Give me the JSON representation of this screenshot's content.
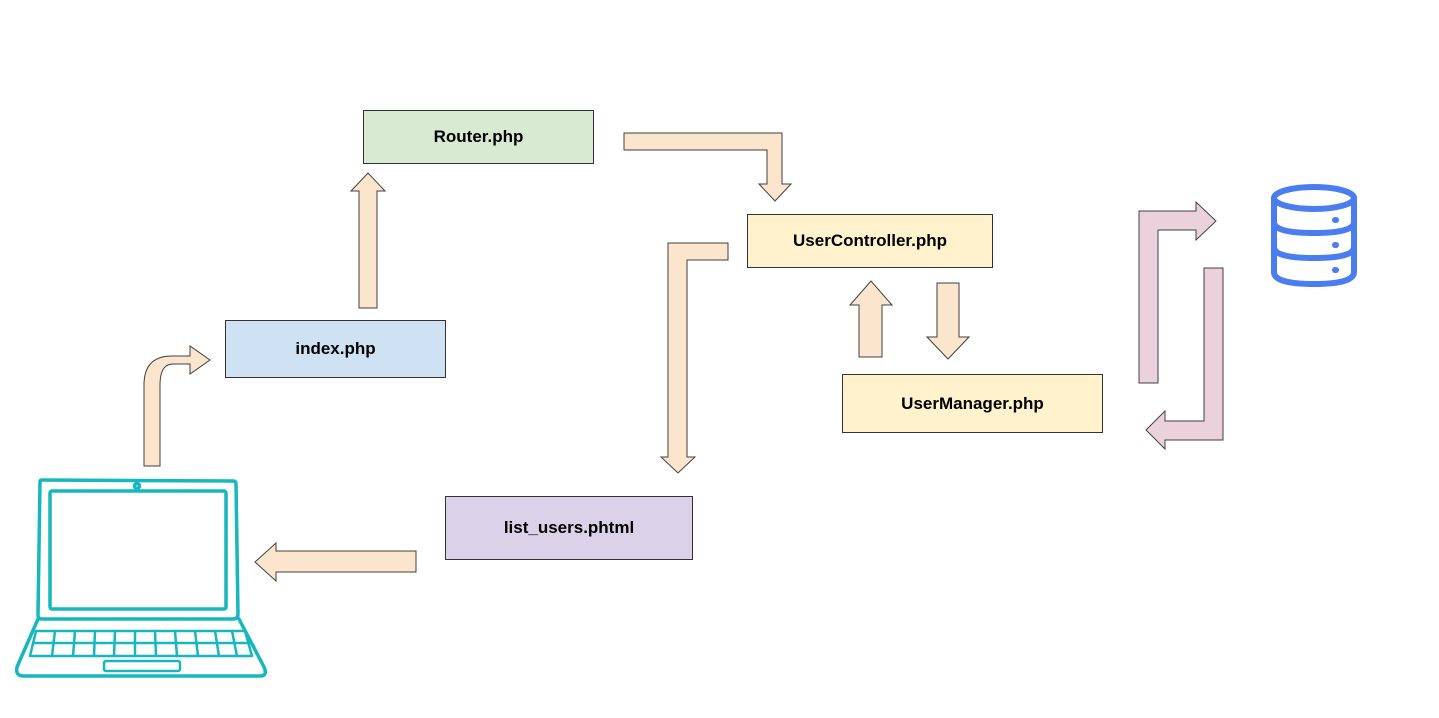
{
  "diagram": {
    "nodes": {
      "router": {
        "label": "Router.php",
        "color": "#d9ead3"
      },
      "controller": {
        "label": "UserController.php",
        "color": "#fff2cc"
      },
      "index": {
        "label": "index.php",
        "color": "#cfe2f3"
      },
      "manager": {
        "label": "UserManager.php",
        "color": "#fff2cc"
      },
      "view": {
        "label": "list_users.phtml",
        "color": "#d9d2e9"
      }
    },
    "icons": {
      "client": "laptop-icon",
      "storage": "database-icon"
    },
    "colors": {
      "flow_arrow": "#fbe5cd",
      "db_arrow": "#ead1dc",
      "laptop": "#17b7be",
      "database": "#4a7df0"
    }
  }
}
